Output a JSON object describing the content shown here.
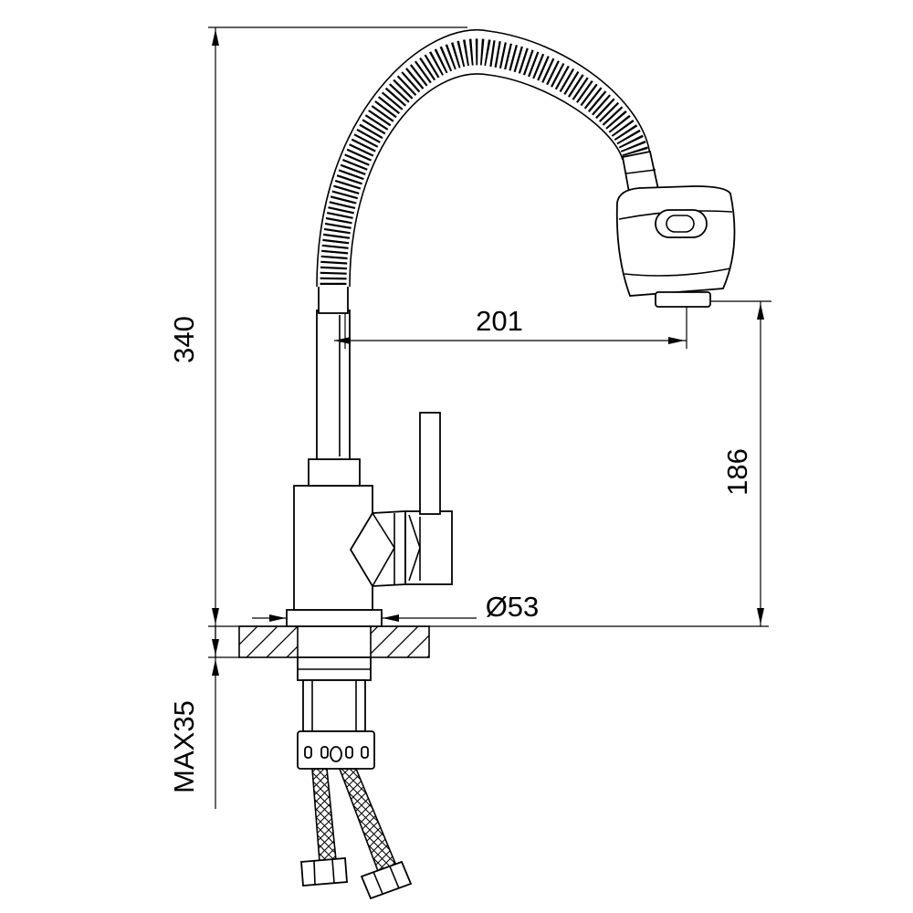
{
  "labels": {
    "total_height": "340",
    "spout_reach": "201",
    "spout_height": "186",
    "base_diameter": "Ø53",
    "max_thickness": "MAX35"
  },
  "colors": {
    "stroke": "#000000",
    "background": "#ffffff"
  }
}
